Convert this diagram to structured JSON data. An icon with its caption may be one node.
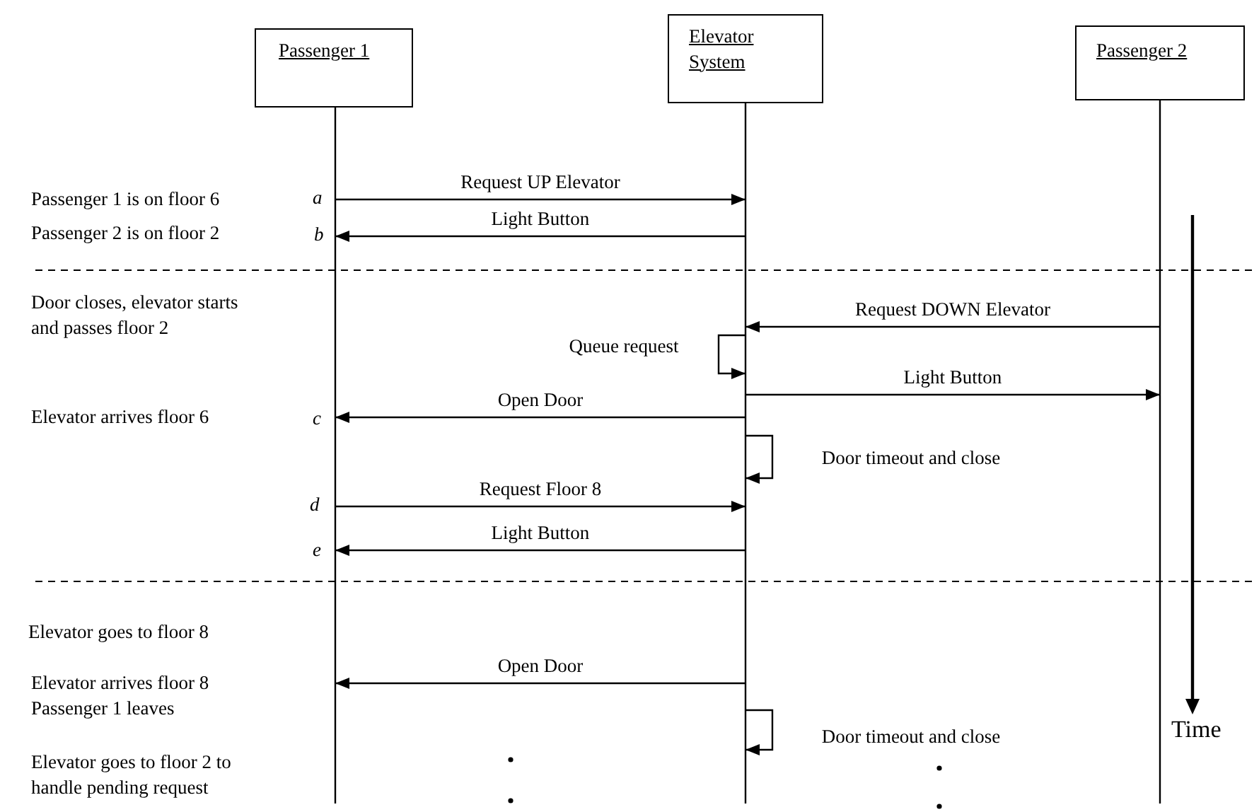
{
  "diagram": {
    "nodes": [
      {
        "text": [
          "Passenger 1"
        ]
      },
      {
        "text": [
          "Elevator System"
        ]
      },
      {
        "text": [
          "Passenger 2"
        ]
      }
    ],
    "edges": [
      {
        "from": 0,
        "to": 1,
        "arrow": "to",
        "label": "Request UP Elevator"
      },
      {
        "from": 1,
        "to": 0,
        "arrow": "to",
        "label": "Light Button"
      },
      {
        "from": 2,
        "to": 1,
        "arrow": "to",
        "label": "Request DOWN Elevator"
      },
      {
        "from": 1,
        "to": 1,
        "arrow": "to",
        "label": "Queue request"
      },
      {
        "from": 1,
        "to": 2,
        "arrow": "to",
        "label": "Light Button"
      },
      {
        "from": 1,
        "to": 0,
        "arrow": "to",
        "label": "Open Door"
      },
      {
        "from": 1,
        "to": 1,
        "arrow": "to",
        "label": "Door timeout and close"
      },
      {
        "from": 0,
        "to": 1,
        "arrow": "to",
        "label": "Request Floor 8"
      },
      {
        "from": 1,
        "to": 0,
        "arrow": "to",
        "label": "Light Button"
      },
      {
        "from": 1,
        "to": 0,
        "arrow": "to",
        "label": "Open Door"
      },
      {
        "from": 1,
        "to": 1,
        "arrow": "to",
        "label": "Door timeout and close"
      }
    ],
    "labels": [
      "Passenger 1 is on floor 6",
      "a",
      "Passenger 2 is on floor 2",
      "b",
      "Door closes, elevator starts and passes floor 2",
      "Elevator arrives floor 6",
      "c",
      "d",
      "e",
      "Elevator goes to floor 8",
      "Elevator arrives floor 8 Passenger 1 leaves",
      "Elevator goes to floor 2 to handle pending request",
      "Time"
    ]
  }
}
